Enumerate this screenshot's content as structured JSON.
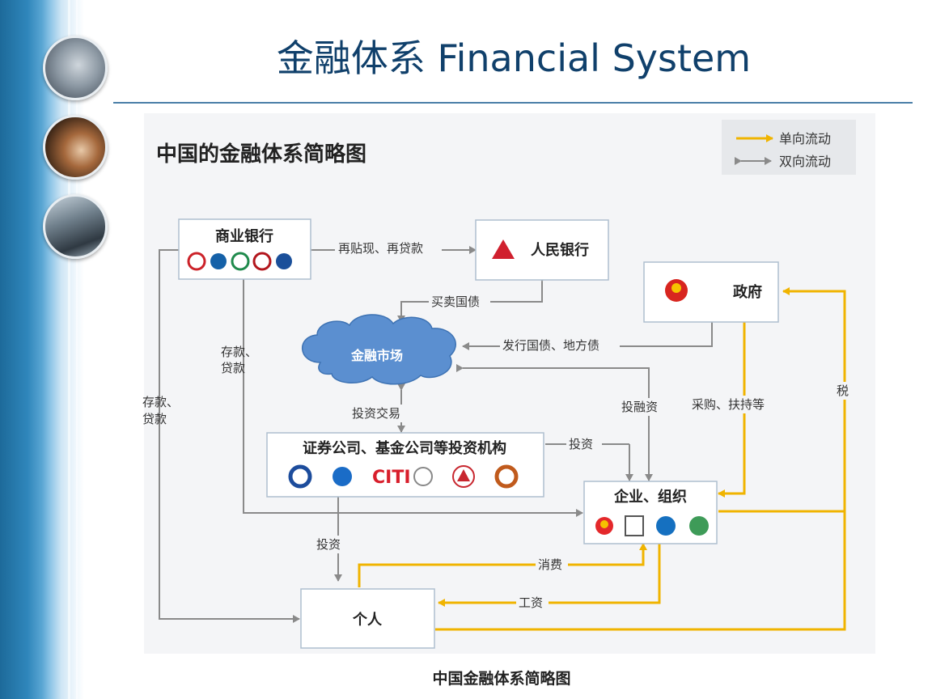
{
  "slide": {
    "title": "金融体系 Financial System",
    "caption": "中国金融体系简略图"
  },
  "diagram": {
    "heading": "中国的金融体系简略图",
    "legend": {
      "one_way": "单向流动",
      "two_way": "双向流动",
      "one_way_color": "#f0b400",
      "two_way_color": "#8a8a8a"
    },
    "nodes": {
      "commercial_bank": "商业银行",
      "central_bank": "人民银行",
      "government": "政府",
      "financial_market": "金融市场",
      "investment_institutions": "证券公司、基金公司等投资机构",
      "enterprise": "企业、组织",
      "individual": "个人"
    },
    "edges": {
      "rediscount": "再贴现、再贷款",
      "bonds_trade": "买卖国债",
      "issue_bonds": "发行国债、地方债",
      "deposit_loan_inner": "存款、\n贷款",
      "deposit_loan_outer": "存款、\n贷款",
      "invest_trade": "投资交易",
      "invest_finance": "投融资",
      "procure": "采购、扶持等",
      "tax": "税",
      "invest_right": "投资",
      "invest_down": "投资",
      "consume": "消费",
      "wage": "工资"
    },
    "logos": {
      "institution_citi": "CITI"
    }
  }
}
